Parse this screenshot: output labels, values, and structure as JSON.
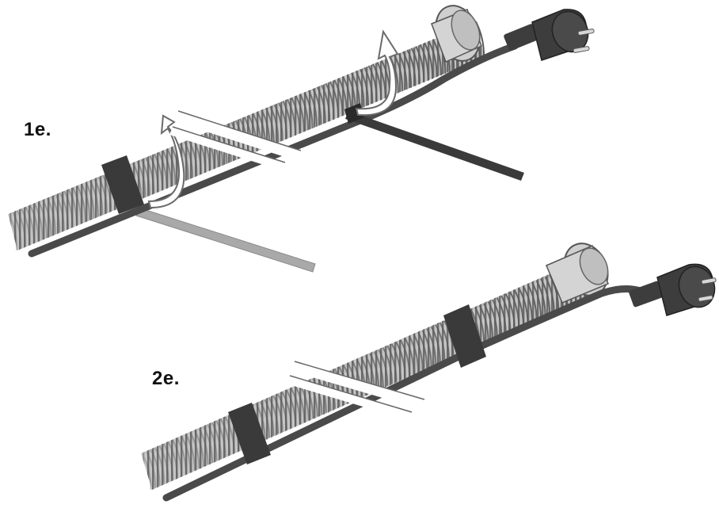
{
  "steps": [
    {
      "label": "1e."
    },
    {
      "label": "2e."
    }
  ],
  "colors": {
    "pipe_fill": "#bdbdbd",
    "pipe_ridge": "#6e6e6e",
    "cable": "#4a4a4a",
    "strap_dark": "#3a3a3a",
    "strap_light": "#a8a8a8",
    "end_cap": "#cfcfcf",
    "arrow_fill": "#ffffff",
    "arrow_stroke": "#555555",
    "plug_body": "#3d3d3d",
    "plug_pin": "#d8d8d8"
  },
  "icons": [
    "pipe-with-heating-cable",
    "cable-tie",
    "rotation-arrow",
    "break-mark",
    "power-plug"
  ]
}
